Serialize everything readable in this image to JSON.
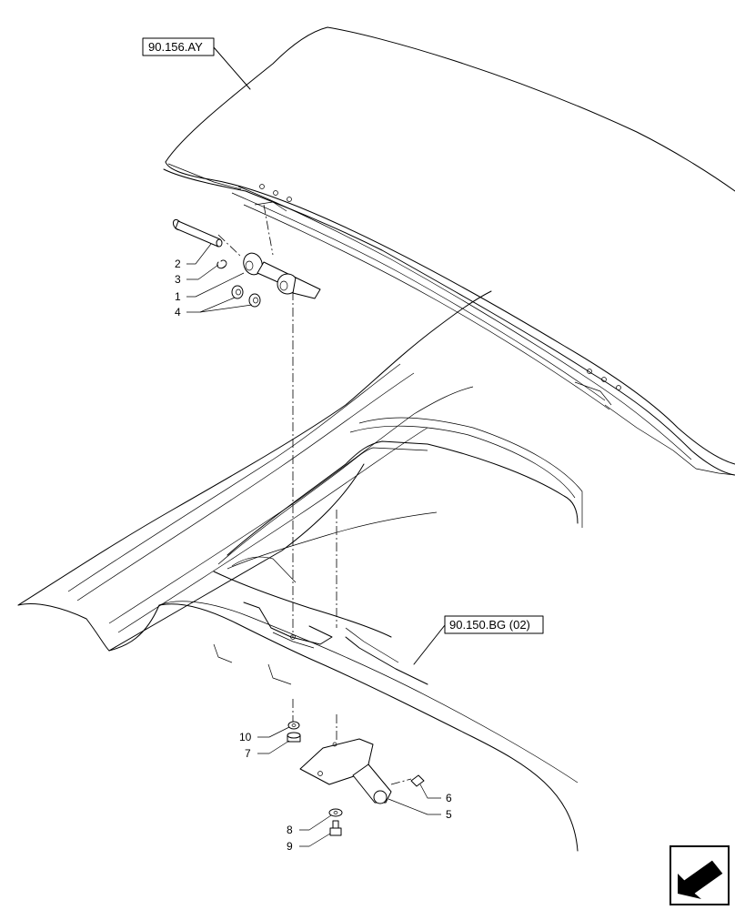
{
  "references": [
    {
      "id": "roof-hatch",
      "text": "90.156.AY"
    },
    {
      "id": "cab-roof",
      "text": "90.150.BG (02)"
    }
  ],
  "callouts": [
    {
      "id": "1",
      "text": "1"
    },
    {
      "id": "2",
      "text": "2"
    },
    {
      "id": "3",
      "text": "3"
    },
    {
      "id": "4",
      "text": "4"
    },
    {
      "id": "5",
      "text": "5"
    },
    {
      "id": "6",
      "text": "6"
    },
    {
      "id": "7",
      "text": "7"
    },
    {
      "id": "8",
      "text": "8"
    },
    {
      "id": "9",
      "text": "9"
    },
    {
      "id": "10",
      "text": "10"
    }
  ],
  "nav_icon": "previous-page-arrow-icon"
}
